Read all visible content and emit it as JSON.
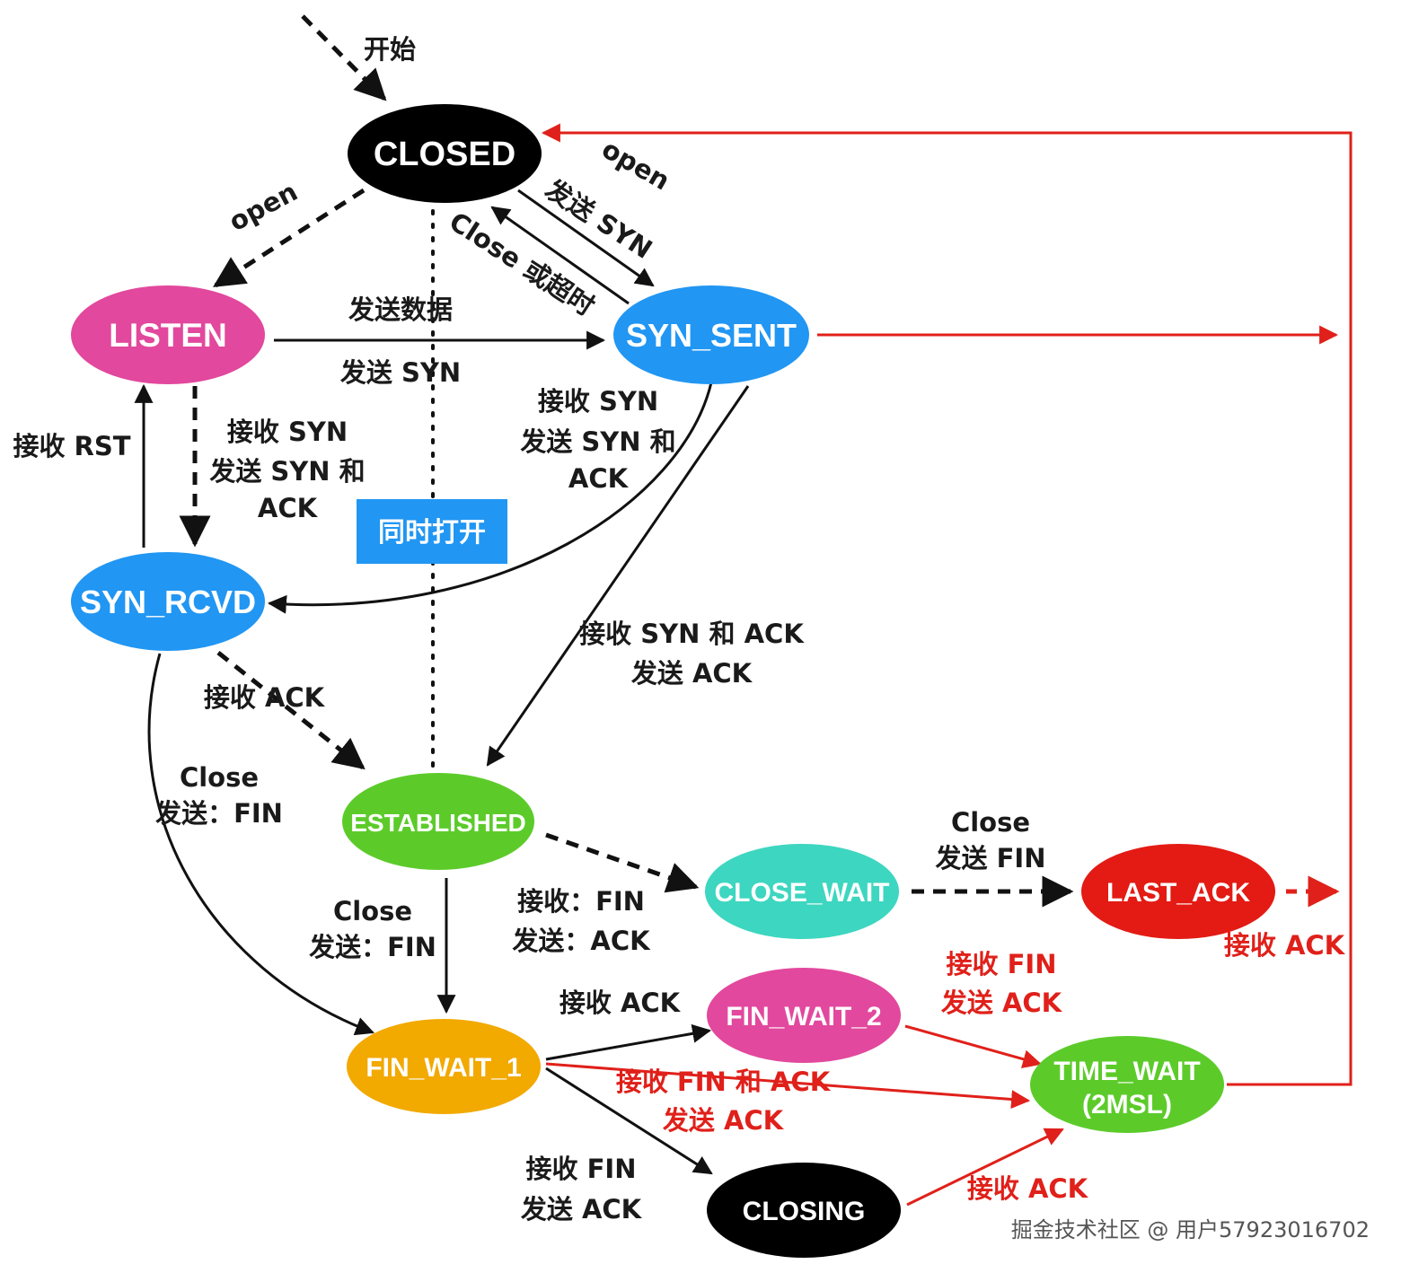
{
  "states": {
    "closed": "CLOSED",
    "listen": "LISTEN",
    "syn_sent": "SYN_SENT",
    "syn_rcvd": "SYN_RCVD",
    "established": "ESTABLISHED",
    "close_wait": "CLOSE_WAIT",
    "last_ack": "LAST_ACK",
    "fin_wait_1": "FIN_WAIT_1",
    "fin_wait_2": "FIN_WAIT_2",
    "closing": "CLOSING",
    "time_wait_line1": "TIME_WAIT",
    "time_wait_line2": "(2MSL)"
  },
  "colors": {
    "closed": "#000000",
    "listen": "#e2489d",
    "syn_sent": "#2196f3",
    "syn_rcvd": "#2196f3",
    "established": "#5ccb2a",
    "close_wait": "#3dd6c0",
    "last_ack": "#e31b14",
    "fin_wait_1": "#f2a900",
    "fin_wait_2": "#e2489d",
    "closing": "#000000",
    "time_wait": "#5ccb2a",
    "badge": "#2196f3",
    "red_path": "#e0201a"
  },
  "labels": {
    "start": "开始",
    "open_left": "open",
    "open_right": "open",
    "send_syn_top": "发送 SYN",
    "close_or_timeout": "Close 或超时",
    "send_data": "发送数据",
    "send_syn_mid": "发送 SYN",
    "recv_rst": "接收 RST",
    "listen_recv_syn": "接收 SYN",
    "listen_send_syn_ack": "发送 SYN 和",
    "listen_ack": "ACK",
    "sent_recv_syn": "接收 SYN",
    "sent_send_syn_ack": "发送 SYN  和",
    "sent_ack": "ACK",
    "simultaneous_open": "同时打开",
    "recv_syn_and_ack": "接收 SYN 和 ACK",
    "send_ack_mid": "发送 ACK",
    "recv_ack_rcvd": "接收 ACK",
    "rcvd_close": "Close",
    "rcvd_send_fin": "发送：FIN",
    "est_close": "Close",
    "est_send_fin": "发送：FIN",
    "est_recv_fin": "接收：FIN",
    "est_send_ack": "发送：ACK",
    "cw_close": "Close",
    "cw_send_fin": "发送 FIN",
    "la_recv_ack": "接收 ACK",
    "fw1_recv_ack": "接收 ACK",
    "fw2_recv_fin": "接收 FIN",
    "fw2_send_ack": "发送 ACK",
    "fw1_recv_fin_ack": "接收 FIN 和 ACK",
    "fw1_send_ack": "发送 ACK",
    "fw1_recv_fin": "接收 FIN",
    "fw1_send_ack2": "发送 ACK",
    "closing_recv_ack": "接收 ACK"
  },
  "watermark": "掘金技术社区 @ 用户57923016702"
}
